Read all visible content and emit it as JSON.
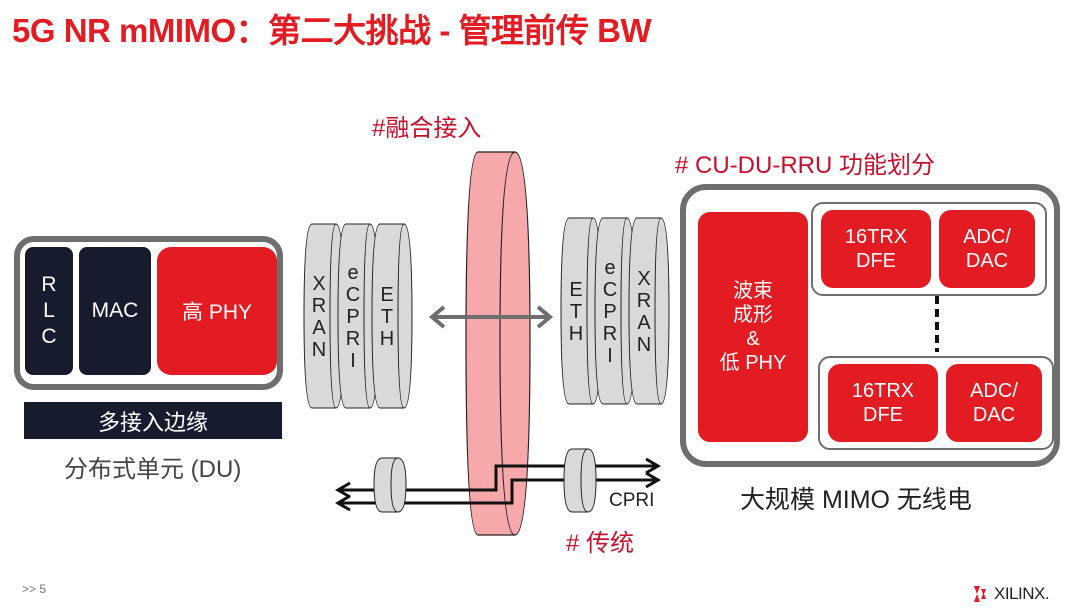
{
  "title": "5G NR mMIMO：第二大挑战 - 管理前传 BW",
  "labels": {
    "converged_access": "#融合接入",
    "cu_du_rru_split": "# CU-DU-RRU 功能划分",
    "traditional": "# 传统",
    "cpri": "CPRI"
  },
  "du": {
    "blocks": [
      {
        "label": "R\nL\nC",
        "color": "#161b2d"
      },
      {
        "label": "MAC",
        "color": "#161b2d"
      },
      {
        "label": "高 PHY",
        "color": "#e31b23"
      }
    ],
    "edge_bar": "多接入边缘",
    "caption": "分布式单元 (DU)"
  },
  "left_stack": [
    "XRAN",
    "eCPRI",
    "ETH"
  ],
  "right_stack": [
    "ETH",
    "eCPRI",
    "XRAN"
  ],
  "radio": {
    "beamforming": "波束\n成形\n&\n低 PHY",
    "groups": [
      {
        "dfe": "16TRX\nDFE",
        "adc": "ADC/\nDAC"
      },
      {
        "dfe": "16TRX\nDFE",
        "adc": "ADC/\nDAC"
      }
    ],
    "caption": "大规模 MIMO 无线电"
  },
  "colors": {
    "accent_red": "#e31b23",
    "navy": "#161b2d",
    "pipe_pink": "#f7a8aa",
    "disk_gray": "#d9d9d9",
    "border_gray": "#6e6e6e"
  },
  "footer": {
    "page": ">> 5",
    "brand": "XILINX."
  }
}
